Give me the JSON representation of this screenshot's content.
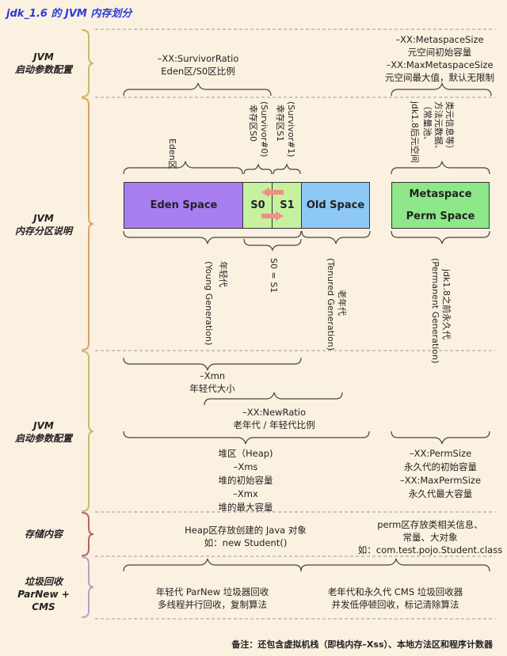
{
  "title": "jdk_1.6 的 JVM 内存划分",
  "sections": [
    {
      "label_line1": "JVM",
      "label_line2": "启动参数配置"
    },
    {
      "label_line1": "JVM",
      "label_line2": "内存分区说明"
    },
    {
      "label_line1": "JVM",
      "label_line2": "启动参数配置"
    },
    {
      "label_line1": "存储内容",
      "label_line2": ""
    },
    {
      "label_line1": "垃圾回收",
      "label_line2": "ParNew + CMS"
    }
  ],
  "top_params": {
    "survivor_ratio": {
      "line1": "–XX:SurvivorRatio",
      "line2": "Eden区/S0区比例"
    },
    "metaspace": {
      "line1": "–XX:MetaspaceSize",
      "line2": "元空间初始容量",
      "line3": "–XX:MaxMetaspaceSize",
      "line4": "元空间最大值，默认无限制"
    }
  },
  "regions": {
    "eden_label": "Eden区",
    "s0_label_a": "幸存区S0",
    "s0_label_b": "(Survivor#0)",
    "s1_label_a": "幸存区S1",
    "s1_label_b": "(Survivor#1)",
    "meta_label_a": "jdk1.8后元空间",
    "meta_label_b": "（常量池、",
    "meta_label_c": "方法元数据、",
    "meta_label_d": "类元信息等）",
    "eden_box": "Eden Space",
    "s0_box": "S0",
    "s1_box": "S1",
    "old_box": "Old Space",
    "meta_box": "Metaspace",
    "perm_box": "Perm Space",
    "young_label_a": "年轻代",
    "young_label_b": "(Young Generation)",
    "s_equal": "S0 = S1",
    "old_label_a": "老年代",
    "old_label_b": "(Tenured Generation)",
    "perm_label_a": "jdk1.8之前永久代",
    "perm_label_b": "(Permanent Generation)"
  },
  "params": {
    "xmn_line1": "–Xmn",
    "xmn_line2": "年轻代大小",
    "newratio_line1": "–XX:NewRatio",
    "newratio_line2": "老年代 / 年轻代比例",
    "heap_line1": "堆区（Heap)",
    "heap_line2": "–Xms",
    "heap_line3": "堆的初始容量",
    "heap_line4": "–Xmx",
    "heap_line5": "堆的最大容量",
    "perm_line1": "–XX:PermSize",
    "perm_line2": "永久代的初始容量",
    "perm_line3": "–XX:MaxPermSize",
    "perm_line4": "永久代最大容量"
  },
  "storage": {
    "heap_line1": "Heap区存放创建的 Java 对象",
    "heap_line2": "如：new Student()",
    "perm_line1": "perm区存放类相关信息、",
    "perm_line2": "常量、大对象",
    "perm_line3": "如：com.test.pojo.Student.class"
  },
  "gc": {
    "young_line1": "年轻代 ParNew 垃圾器回收",
    "young_line2": "多线程并行回收，复制算法",
    "old_line1": "老年代和永久代 CMS 垃圾回收器",
    "old_line2": "并发低停顿回收，标记清除算法"
  },
  "footer": "备注：还包含虚拟机栈（即栈内存–Xss）、本地方法区和程序计数器",
  "colors": {
    "eden": "#a87ef0",
    "survivor": "#c6f2a0",
    "old": "#8ec8f4",
    "meta": "#8ee88a",
    "arrow": "#f08f86",
    "title": "#2a3bd6",
    "brace_1": "#c9b96a",
    "brace_2": "#e0a060",
    "brace_3": "#c9b96a",
    "brace_4": "#b86064",
    "brace_5": "#b8a0c8"
  }
}
